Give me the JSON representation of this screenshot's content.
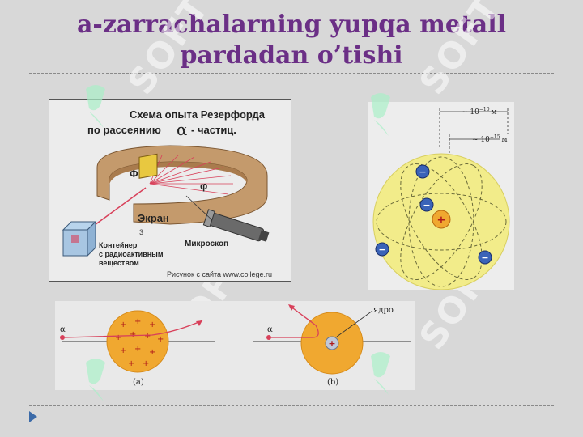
{
  "slide": {
    "title_line1": "a-zarrachalarning yupqa metall",
    "title_line2": "pardadan o’tishi",
    "watermark_text": "SOFT"
  },
  "figure_rutherford": {
    "heading_line1": "Схема опыта Резерфорда",
    "heading_line2_prefix": "по рассеянию",
    "heading_alpha": "α",
    "heading_line2_suffix": "- частиц.",
    "label_phi_left": "Φ",
    "label_phi_right": "φ",
    "label_screen": "Экран",
    "label_number": "3",
    "label_container_1": "Контейнер",
    "label_container_2": "с радиоактивным",
    "label_container_3": "веществом",
    "label_microscope": "Микроскоп",
    "caption": "Рисунок с сайта www.college.ru"
  },
  "figure_atom": {
    "dim_outer": "~ 10",
    "dim_outer_exp": "−10",
    "dim_outer_unit": "м",
    "dim_inner": "~ 10",
    "dim_inner_exp": "−15",
    "dim_inner_unit": "м",
    "nucleus_sign": "+",
    "electron_sign": "−"
  },
  "figure_scatter": {
    "alpha_label_a": "α",
    "alpha_label_b": "α",
    "nucleus_label": "ядро",
    "caption_a": "(a)",
    "caption_b": "(b)"
  },
  "colors": {
    "title": "#6b2f86",
    "background": "#d8d8d8",
    "sphere_yellow": "#f2ec8a",
    "sphere_orange": "#f0a830",
    "electron_blue": "#3a63b8",
    "ray_red": "#d8405a"
  }
}
